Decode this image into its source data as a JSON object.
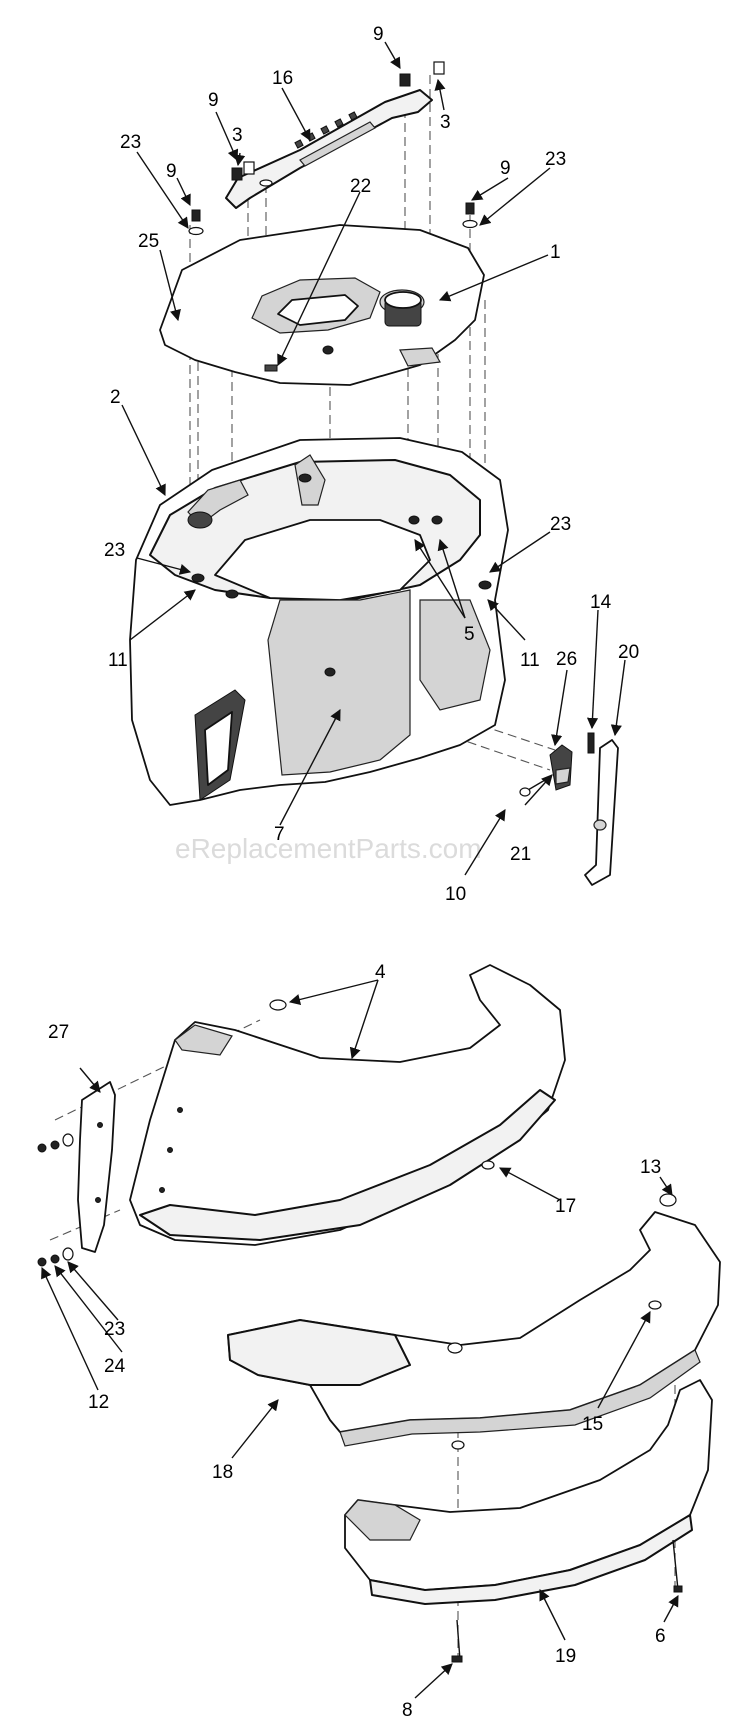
{
  "watermark": "eReplacementParts.com",
  "callouts": {
    "c9a": "9",
    "c3a": "3",
    "c16": "16",
    "c9b": "9",
    "c3b": "3",
    "c23a": "23",
    "c9c": "9",
    "c22": "22",
    "c9d": "9",
    "c23b": "23",
    "c1": "1",
    "c25": "25",
    "c2": "2",
    "c23c": "23",
    "c23d": "23",
    "c11a": "11",
    "c5": "5",
    "c11b": "11",
    "c26": "26",
    "c14": "14",
    "c20": "20",
    "c7": "7",
    "c21": "21",
    "c10": "10",
    "c4": "4",
    "c27": "27",
    "c17": "17",
    "c13": "13",
    "c23e": "23",
    "c24": "24",
    "c12": "12",
    "c15": "15",
    "c18": "18",
    "c6": "6",
    "c19": "19",
    "c8": "8"
  }
}
